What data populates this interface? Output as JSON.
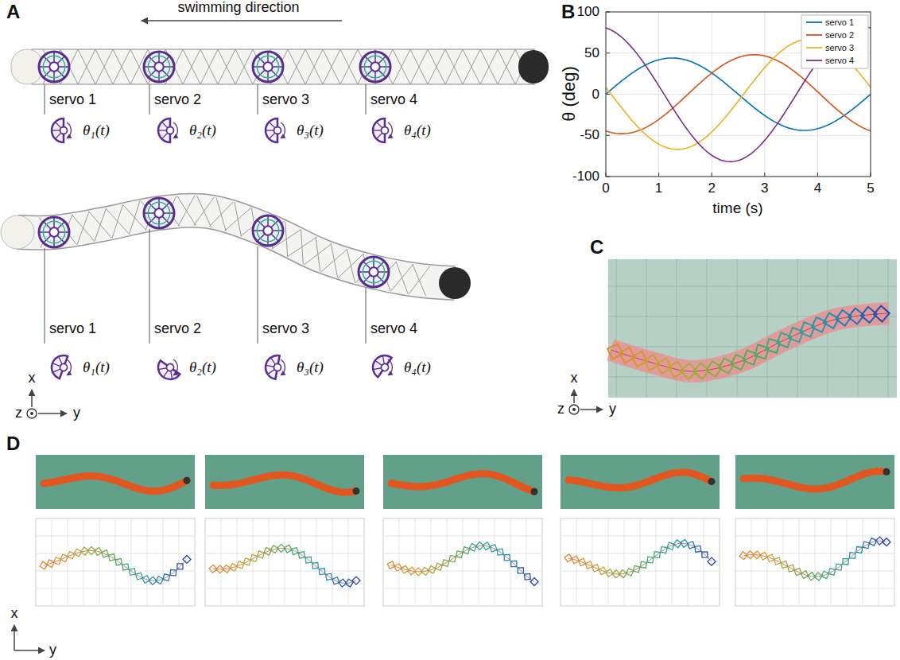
{
  "diagram": {
    "labels": [
      "A",
      "swimming direction",
      "servo 1",
      "servo 2",
      "servo 3",
      "servo 4",
      "θ₁(t)",
      "θ₂(t)",
      "θ₃(t)",
      "θ₄(t)",
      "servo 1",
      "servo 2",
      "servo 3",
      "servo 4",
      "θ₁(t)",
      "θ₂(t)",
      "θ₃(t)",
      "θ₄(t)",
      "x",
      "z",
      "y",
      "B",
      "θ (deg)",
      "100",
      "50",
      "0",
      "-50",
      "-100",
      "0",
      "1",
      "2",
      "3",
      "4",
      "5",
      "time (s)",
      "C",
      "x",
      "z",
      "y",
      "D",
      "x",
      "y"
    ],
    "legend": [
      {
        "text": "servo 1",
        "color": "#0072bd"
      },
      {
        "text": "servo 2",
        "color": "#d95319"
      },
      {
        "text": "servo 3",
        "color": "#edb120"
      },
      {
        "text": "servo 4",
        "color": "#7e2f8e"
      }
    ]
  }
}
